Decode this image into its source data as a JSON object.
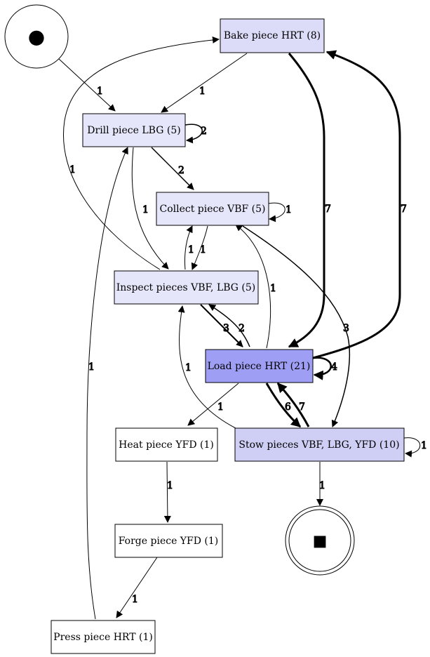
{
  "diagram": {
    "start_symbol": "●",
    "end_symbol": "■",
    "nodes": [
      {
        "id": "bake",
        "label": "Bake piece HRT (8)",
        "fill": "#dcdcf8"
      },
      {
        "id": "drill",
        "label": "Drill piece LBG (5)",
        "fill": "#e6e6fb"
      },
      {
        "id": "collect",
        "label": "Collect piece VBF (5)",
        "fill": "#e6e6fb"
      },
      {
        "id": "inspect",
        "label": "Inspect pieces VBF, LBG (5)",
        "fill": "#e6e6fb"
      },
      {
        "id": "load",
        "label": "Load piece HRT (21)",
        "fill": "#9e9ef4"
      },
      {
        "id": "heat",
        "label": "Heat piece YFD (1)",
        "fill": "#ffffff"
      },
      {
        "id": "stow",
        "label": "Stow pieces VBF, LBG, YFD (10)",
        "fill": "#cfcff6"
      },
      {
        "id": "forge",
        "label": "Forge piece YFD (1)",
        "fill": "#ffffff"
      },
      {
        "id": "press",
        "label": "Press piece HRT (1)",
        "fill": "#ffffff"
      }
    ],
    "edges": [
      {
        "from": "start",
        "to": "drill",
        "label": "1"
      },
      {
        "from": "bake",
        "to": "drill",
        "label": "1"
      },
      {
        "from": "bake",
        "to": "load",
        "label": "7"
      },
      {
        "from": "load",
        "to": "bake",
        "label": "7"
      },
      {
        "from": "drill",
        "to": "drill",
        "label": "2"
      },
      {
        "from": "drill",
        "to": "collect",
        "label": "2"
      },
      {
        "from": "drill",
        "to": "inspect",
        "label": "1"
      },
      {
        "from": "inspect",
        "to": "bake",
        "label": "1"
      },
      {
        "from": "collect",
        "to": "collect",
        "label": "1"
      },
      {
        "from": "inspect",
        "to": "collect",
        "label": "1"
      },
      {
        "from": "collect",
        "to": "inspect",
        "label": "1"
      },
      {
        "from": "collect",
        "to": "stow",
        "label": "3"
      },
      {
        "from": "load",
        "to": "collect",
        "label": "1"
      },
      {
        "from": "inspect",
        "to": "load",
        "label": "3"
      },
      {
        "from": "load",
        "to": "inspect",
        "label": "2"
      },
      {
        "from": "stow",
        "to": "inspect",
        "label": "1"
      },
      {
        "from": "load",
        "to": "load",
        "label": "4"
      },
      {
        "from": "load",
        "to": "heat",
        "label": "1"
      },
      {
        "from": "load",
        "to": "stow",
        "label": "6"
      },
      {
        "from": "stow",
        "to": "load",
        "label": "7"
      },
      {
        "from": "stow",
        "to": "stow",
        "label": "1"
      },
      {
        "from": "press",
        "to": "drill",
        "label": "1"
      },
      {
        "from": "heat",
        "to": "forge",
        "label": "1"
      },
      {
        "from": "forge",
        "to": "press",
        "label": "1"
      },
      {
        "from": "stow",
        "to": "end",
        "label": "1"
      }
    ]
  }
}
